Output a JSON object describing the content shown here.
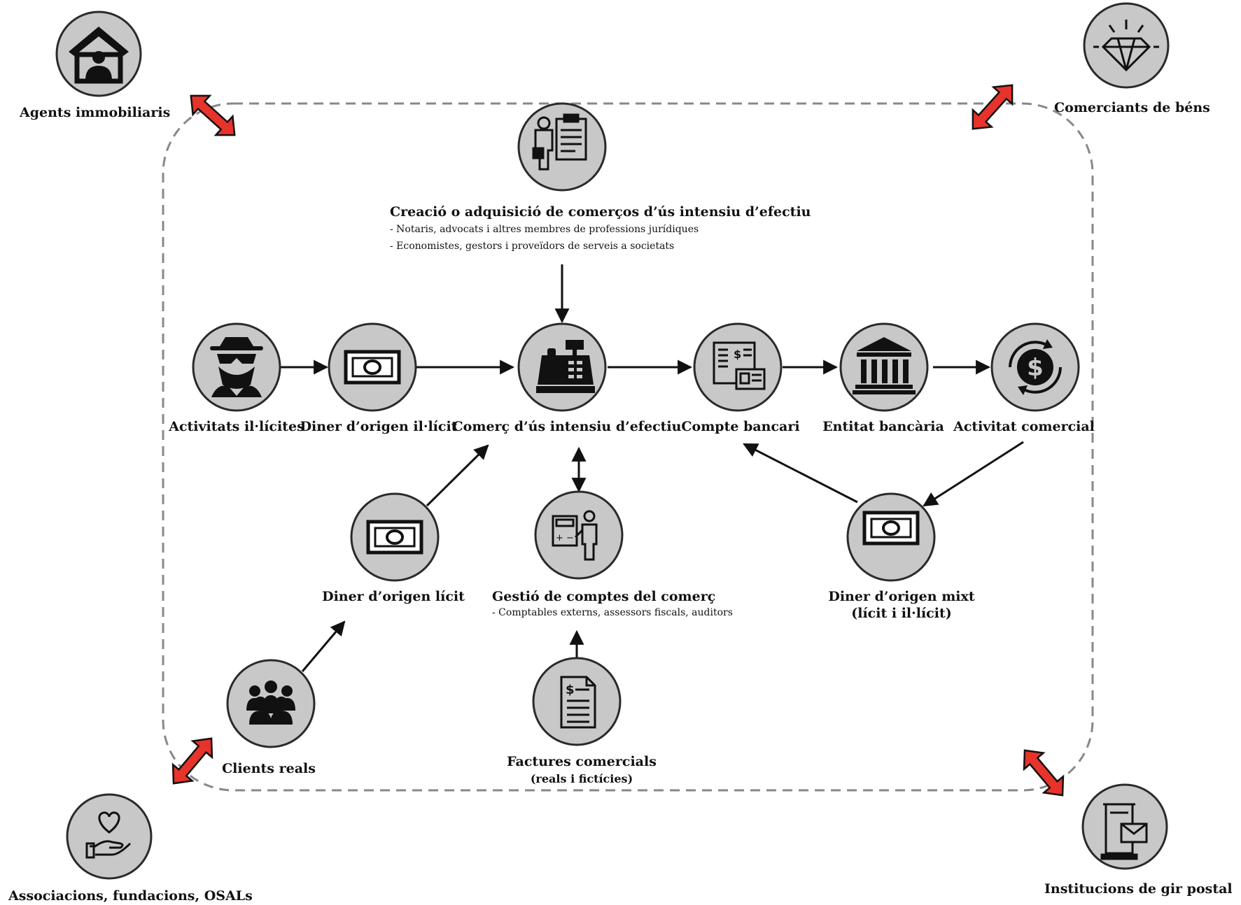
{
  "outer_actors": {
    "top_left": {
      "label": "Agents immobiliaris",
      "icon": "house-agent-icon"
    },
    "top_right": {
      "label": "Comerciants de béns",
      "icon": "diamond-icon"
    },
    "bottom_left": {
      "label": "Associacions, fundacions, OSALs",
      "icon": "heart-hand-icon"
    },
    "bottom_right": {
      "label": "Institucions de gir postal",
      "icon": "mailbox-icon"
    }
  },
  "top_node": {
    "title": "Creació o adquisició de comerços d’ús intensiu d’efectiu",
    "lines": [
      "- Notaris, advocats i altres membres de professions jurídiques",
      "- Economistes, gestors i proveïdors de serveis a societats"
    ],
    "icon": "clipboard-person-icon"
  },
  "main_row": [
    {
      "label": "Activitats il·lícites",
      "icon": "spy-icon"
    },
    {
      "label": "Diner d’origen il·lícit",
      "icon": "banknote-icon"
    },
    {
      "label": "Comerç d’ús intensiu d’efectiu",
      "icon": "cash-register-icon"
    },
    {
      "label": "Compte bancari",
      "icon": "bank-statement-icon"
    },
    {
      "label": "Entitat  bancària",
      "icon": "bank-building-icon"
    },
    {
      "label": "Activitat comercial",
      "icon": "dollar-cycle-icon"
    }
  ],
  "lower_nodes": {
    "licit_money": {
      "label": "Diner d’origen lícit",
      "icon": "banknote-icon"
    },
    "accounts": {
      "title": "Gestió de comptes del comerç",
      "line": "- Comptables externs, assessors fiscals, auditors",
      "icon": "accountant-icon"
    },
    "mixed_money": {
      "line1": "Diner d’origen mixt",
      "line2": "(lícit i il·lícit)",
      "icon": "banknote-icon"
    },
    "clients": {
      "label": "Clients reals",
      "icon": "crowd-icon"
    },
    "invoices": {
      "line1": "Factures  comercials",
      "line2": "(reals i fictícies)",
      "icon": "invoice-icon"
    }
  },
  "colors": {
    "node_fill": "#c8c8c8",
    "node_stroke": "#2a2a2a",
    "icon": "#111111",
    "double_arrow": "#e8332a",
    "boundary": "#888888"
  }
}
